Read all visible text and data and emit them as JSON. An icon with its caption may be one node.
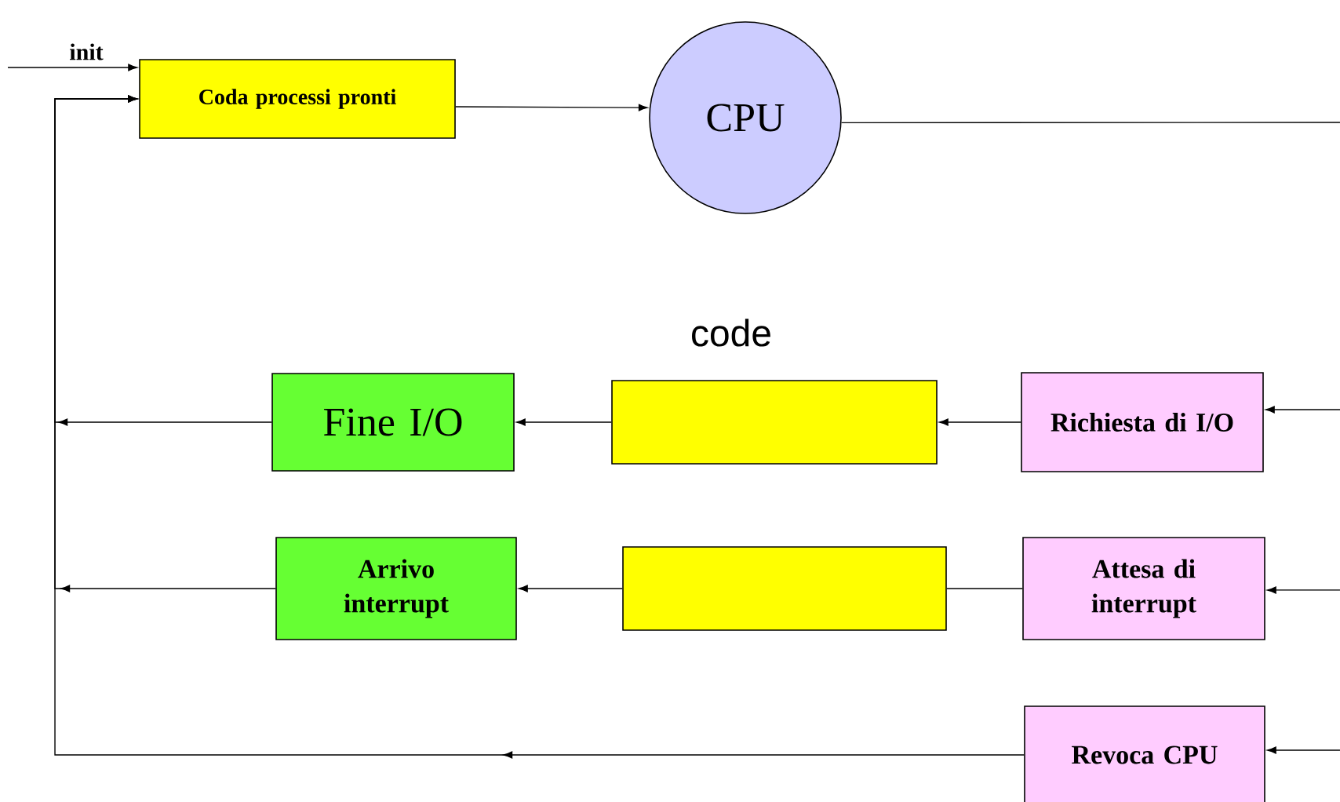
{
  "diagram": {
    "nodes": [
      {
        "text": [
          "Coda processi pronti"
        ]
      },
      {
        "text": [
          "CPU"
        ]
      },
      {
        "text": [
          "Fine I/O"
        ]
      },
      {
        "text": [],
        "shape": "box"
      },
      {
        "text": [
          "Richiesta di I/O"
        ]
      },
      {
        "text": [
          "Arrivo interrupt"
        ]
      },
      {
        "text": [],
        "shape": "box"
      },
      {
        "text": [
          "Attesa di interrupt"
        ]
      },
      {
        "text": [
          "Revoca CPU"
        ]
      }
    ],
    "edges": [
      {
        "from": null,
        "to": 0,
        "arrow": "to",
        "label": "init"
      },
      {
        "from": 0,
        "to": 1,
        "arrow": "to"
      },
      {
        "from": 1,
        "to": null,
        "arrow": "none"
      },
      {
        "from": null,
        "to": 4,
        "arrow": "to"
      },
      {
        "from": 4,
        "to": 3,
        "arrow": "to"
      },
      {
        "from": 3,
        "to": 2,
        "arrow": "to"
      },
      {
        "from": 2,
        "to": 0,
        "arrow": "to"
      },
      {
        "from": null,
        "to": 7,
        "arrow": "to"
      },
      {
        "from": 7,
        "to": 6,
        "arrow": "none"
      },
      {
        "from": 6,
        "to": 5,
        "arrow": "to"
      },
      {
        "from": 5,
        "to": 0,
        "arrow": "to"
      },
      {
        "from": null,
        "to": 8,
        "arrow": "to"
      },
      {
        "from": 8,
        "to": 0,
        "arrow": "to"
      }
    ],
    "labels": [
      "code"
    ]
  }
}
